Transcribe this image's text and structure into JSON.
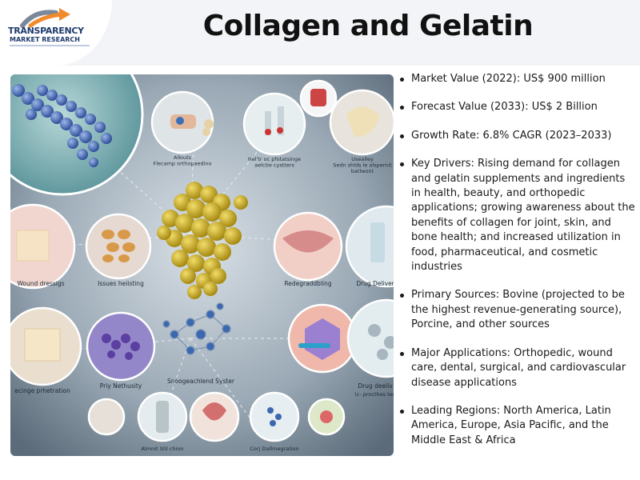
{
  "brand": {
    "logo_line1": "TRANSPARENCY",
    "logo_line2": "MARKET RESEARCH",
    "colors": {
      "navy": "#1f3b6d",
      "arrow_orange": "#f18a2b",
      "arrow_grey": "#7a8899"
    }
  },
  "title": "Collagen and Gelatin",
  "infographic": {
    "labels": {
      "top1": "Allouts\nFlecamp orthopaedino",
      "top2": "Hel'tr oc pfotatsinge\naelctie cystters",
      "top3": "Usealley\nSedn shlds le alspernit\nbatlwont",
      "mid1": "Wound dressigs",
      "mid2": "Issues heiisting",
      "mid3": "Redegraddbling",
      "mid4": "Drug Delivers",
      "low1": "ecinge prhetration",
      "low2": "Priy Nethusity",
      "low3": "Snoogeachlend Syster",
      "low4": "Drug deeilv",
      "low4b": "(c- procthes ted",
      "bot1": "Almnit Stil chion",
      "bot2": "Corj Dallmegration"
    }
  },
  "bullets": [
    "Market Value (2022): US$ 900 million",
    "Forecast Value (2033): US$ 2 Billion",
    "Growth Rate: 6.8% CAGR (2023–2033)",
    "Key Drivers: Rising demand for collagen and gelatin supplements and ingredients in health, beauty, and orthopedic applications; growing awareness about the benefits of collagen for joint, skin, and bone health; and increased utilization in food, pharmaceutical, and cosmetic industries",
    "Primary Sources: Bovine (projected to be the highest revenue-generating source), Porcine, and other sources",
    "Major Applications: Orthopedic, wound care, dental, surgical, and cardiovascular disease applications",
    "Leading Regions: North America, Latin America, Europe, Asia Pacific, and the Middle East & Africa"
  ]
}
